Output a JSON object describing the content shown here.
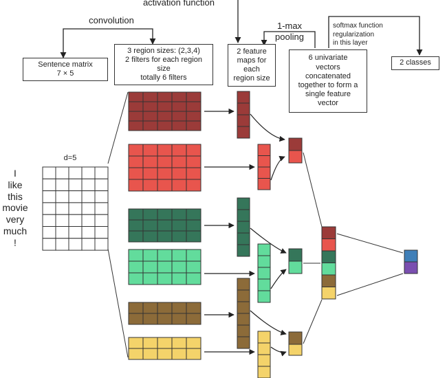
{
  "labels": {
    "activation_function": "activation function",
    "convolution": "convolution",
    "sentence_matrix": [
      "Sentence matrix",
      "7 × 5"
    ],
    "region_sizes": [
      "3 region sizes: (2,3,4)",
      "2 filters for each region",
      "size",
      "totally 6 filters"
    ],
    "feature_maps": [
      "2 feature",
      "maps for",
      "each",
      "region size"
    ],
    "max_pooling": [
      "1-max",
      "pooling"
    ],
    "univariate_vectors": [
      "6 univariate",
      "vectors",
      "concatenated",
      "together to form a",
      "single feature",
      "vector"
    ],
    "softmax": [
      "softmax function",
      "regularization",
      "in this layer"
    ],
    "two_classes": "2 classes",
    "d_label": "d=5",
    "sentence_words": [
      "I",
      "like",
      "this",
      "movie",
      "very",
      "much",
      "!"
    ]
  },
  "colors": {
    "dark_red": "#9b3b39",
    "red": "#e8554d",
    "dark_green": "#35765a",
    "light_green": "#62dc9c",
    "brown": "#8c6b39",
    "yellow": "#f4d36a",
    "softmax_blue": "#3f7fb8",
    "softmax_purple": "#7a4fb0",
    "grid_line": "#333333"
  },
  "icons": {
    "arrow": "arrow-icon"
  }
}
